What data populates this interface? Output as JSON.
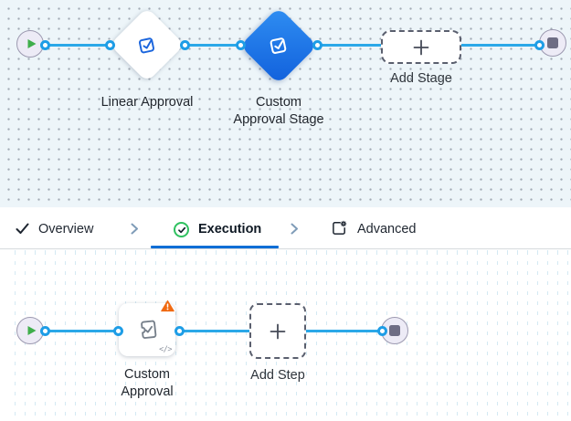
{
  "tabs": {
    "items": [
      {
        "label": "Overview",
        "icon": "check-icon",
        "active": false
      },
      {
        "label": "Execution",
        "icon": "check-circle-icon",
        "active": true
      },
      {
        "label": "Advanced",
        "icon": "settings-box-icon",
        "active": false
      }
    ]
  },
  "top_canvas": {
    "stage1_label": "Linear Approval",
    "stage2_label": "Custom\nApproval Stage",
    "add_stage_label": "Add Stage"
  },
  "bottom_canvas": {
    "step_label": "Custom\nApproval",
    "add_step_label": "Add Step",
    "code_badge": "</>"
  },
  "icons": {
    "start": "play-icon",
    "end": "stop-icon",
    "stage": "approval-stamp-icon",
    "step": "puzzle-check-icon",
    "add": "plus-icon",
    "warning": "warning-triangle-icon"
  },
  "colors": {
    "connector_blue": "#2BA8E8",
    "port_ring_blue": "#1E9DE6",
    "stage_gradient_start": "#2F8EF2",
    "stage_gradient_end": "#1160DC",
    "approval_icon_blue": "#1C66DD",
    "active_tab_underline": "#0E6ED6",
    "execution_check_green": "#2FC160",
    "play_green": "#3FAE4B",
    "warning_orange": "#F06A12",
    "canvas_top_bg": "#EDF5F9"
  }
}
